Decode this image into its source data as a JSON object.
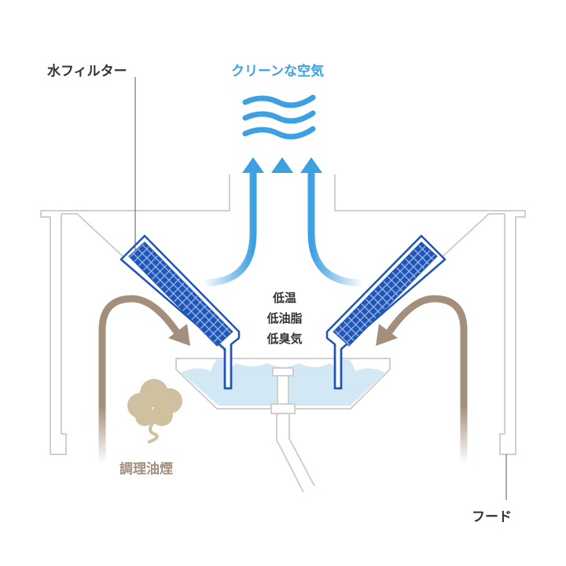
{
  "labels": {
    "water_filter": "水フィルター",
    "clean_air": "クリーンな空気",
    "cooking_smoke": "調理油煙",
    "hood": "フード"
  },
  "effects": [
    "低温",
    "低油脂",
    "低臭気"
  ],
  "colors": {
    "clean_air": "#3da0e0",
    "smoke": "#a48e7c",
    "filter_blue": "#1f55b8",
    "water": "#d2e8f5",
    "outline": "#cfcfcf",
    "text": "#333333"
  }
}
